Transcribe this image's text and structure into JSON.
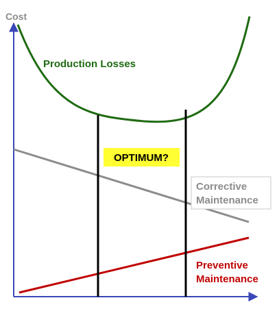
{
  "axis": {
    "y_label": "Cost"
  },
  "curves": {
    "production_losses": {
      "label": "Production Losses",
      "color": "#1f6b12"
    },
    "corrective_maintenance": {
      "label_line1": "Corrective",
      "label_line2": "Maintenance",
      "color": "#8c8c8c"
    },
    "preventive_maintenance": {
      "label_line1": "Preventive",
      "label_line2": "Maintenance",
      "color": "#c00000"
    }
  },
  "optimum": {
    "label": "OPTIMUM?",
    "highlight_color": "#ffff33"
  },
  "colors": {
    "axis": "#3a47b8",
    "boundary_lines": "#000000"
  }
}
